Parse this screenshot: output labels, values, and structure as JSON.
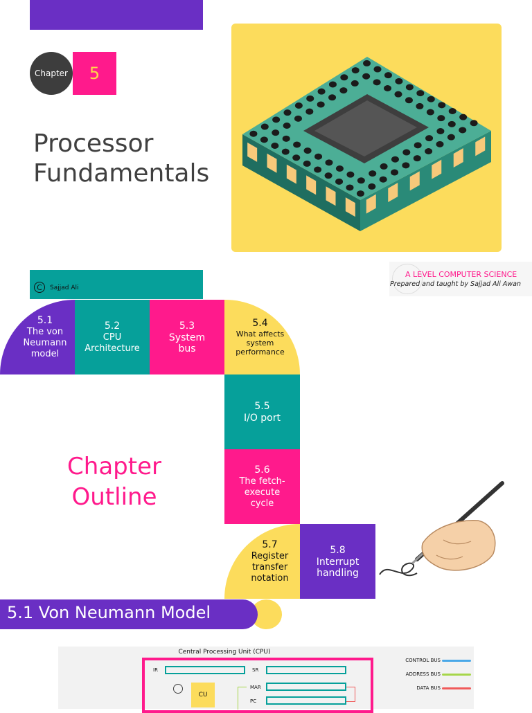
{
  "cover": {
    "chapter_label": "Chapter",
    "chapter_number": "5",
    "title_line1": "Processor",
    "title_line2": "Fundamentals"
  },
  "copyright": {
    "symbol": "C",
    "text": "Sajjad Ali"
  },
  "logo": {
    "title": "A LEVEL COMPUTER SCIENCE",
    "subtitle": "Prepared and taught by Sajjad Ali Awan"
  },
  "outline": {
    "heading_line1": "Chapter",
    "heading_line2": "Outline",
    "items": [
      {
        "num": "5.1",
        "lines": [
          "The von",
          "Neumann",
          "model"
        ]
      },
      {
        "num": "5.2",
        "lines": [
          "CPU",
          "Architecture"
        ]
      },
      {
        "num": "5.3",
        "lines": [
          "System",
          "bus"
        ]
      },
      {
        "num": "5.4",
        "lines": [
          "What affects",
          "system",
          "performance"
        ]
      },
      {
        "num": "5.5",
        "lines": [
          "I/O port"
        ]
      },
      {
        "num": "5.6",
        "lines": [
          "The fetch-",
          "execute",
          "cycle"
        ]
      },
      {
        "num": "5.7",
        "lines": [
          "Register",
          "transfer",
          "notation"
        ]
      },
      {
        "num": "5.8",
        "lines": [
          "Interrupt",
          "handling"
        ]
      }
    ]
  },
  "section": {
    "title": "5.1 Von Neumann Model"
  },
  "diagram": {
    "title": "Central Processing Unit (CPU)",
    "registers": [
      "IR",
      "SR",
      "MAR",
      "PC"
    ],
    "control_unit": "CU",
    "buses": [
      {
        "label": "CONTROL BUS",
        "color": "#4aa8e8"
      },
      {
        "label": "ADDRESS BUS",
        "color": "#a6d64a"
      },
      {
        "label": "DATA BUS",
        "color": "#f05a5a"
      }
    ]
  },
  "colors": {
    "purple": "#6a2fc4",
    "pink": "#ff1a8c",
    "teal": "#06a09a",
    "yellow": "#fcdc5c",
    "dark": "#3d3d3d"
  }
}
